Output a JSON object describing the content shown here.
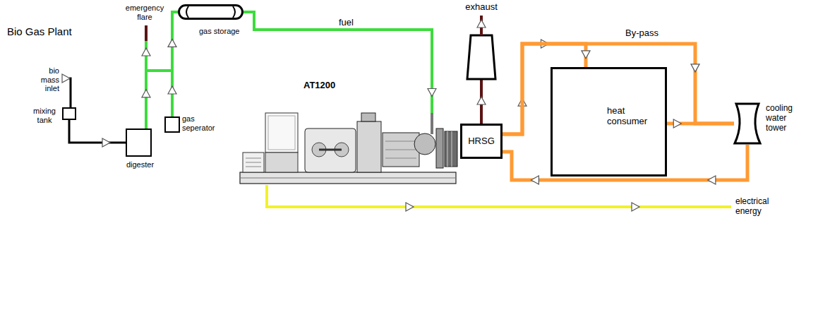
{
  "diagram": {
    "nodes": [
      {
        "text": [
          "mixing tank"
        ]
      },
      {
        "text": [
          "digester"
        ]
      },
      {
        "text": [
          "gas seperator"
        ]
      },
      {
        "text": [
          "gas storage"
        ]
      },
      {
        "text": [
          "AT1200"
        ]
      },
      {
        "text": [
          "HRSG"
        ]
      },
      {
        "text": [
          "heat consumer"
        ]
      },
      {
        "text": [
          "cooling water tower"
        ]
      }
    ],
    "edges": [
      {
        "from": 0,
        "to": 1,
        "arrow": "to"
      },
      {
        "from": 1,
        "to": 3,
        "arrow": "to"
      },
      {
        "from": 2,
        "to": 3,
        "arrow": "to"
      },
      {
        "from": 3,
        "to": 4,
        "label": "fuel",
        "arrow": "to"
      },
      {
        "from": 5,
        "to": 6,
        "arrow": "to"
      },
      {
        "from": 5,
        "to": 7,
        "label": "By-pass",
        "arrow": "to"
      },
      {
        "from": 6,
        "to": 7,
        "arrow": "to"
      },
      {
        "from": 7,
        "to": 5,
        "arrow": "to"
      }
    ],
    "labels": [
      "Bio Gas Plant",
      "bio mass inlet",
      "emergency flare",
      "exhaust",
      "electrical energy"
    ]
  }
}
